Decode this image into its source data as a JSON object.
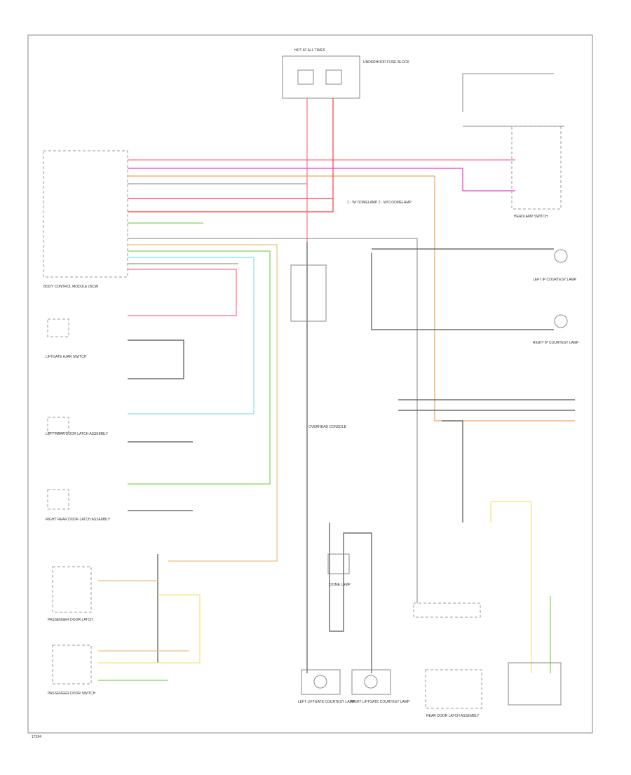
{
  "diagram": {
    "footer_code": "17394",
    "wire_colors": {
      "pink": "#ff6f86",
      "red": "#ff3b3b",
      "magenta": "#e53ad8",
      "gray": "#9a9a9a",
      "dark": "#555555",
      "green": "#7fd35a",
      "cyan": "#7ee3e8",
      "orange": "#f4a35a",
      "yellow": "#f1e472",
      "tan": "#e6c37b",
      "black": "#555555"
    },
    "components": {
      "fuse_block": "HOT AT ALL TIMES",
      "fuse_block_sub": "UNDERHOOD FUSE BLOCK",
      "headlamp_switch": "HEADLAMP SWITCH",
      "bcm": "BODY CONTROL MODULE (BCM)",
      "liftgate_switch": "LIFTGATE AJAR SWITCH",
      "left_rear_door": "LEFT REAR DOOR LATCH ASSEMBLY",
      "right_rear_door": "RIGHT REAR DOOR LATCH ASSEMBLY",
      "passenger_door": "PASSENGER DOOR LATCH",
      "passenger_door_switch": "PASSENGER DOOR SWITCH",
      "left_courtesy": "LEFT IP COURTESY LAMP",
      "right_courtesy": "RIGHT IP COURTESY LAMP",
      "left_liftgate_lamp": "LEFT LIFTGATE COURTESY LAMP",
      "right_liftgate_lamp": "RIGHT LIFTGATE COURTESY LAMP",
      "rear_door_switch": "REAR DOOR LATCH ASSEMBLY",
      "dome_lamp": "DOME LAMP",
      "overhead_console": "OVERHEAD CONSOLE",
      "note": "1 - W/ DOMELAMP 2 - W/O DOMELAMP"
    }
  }
}
